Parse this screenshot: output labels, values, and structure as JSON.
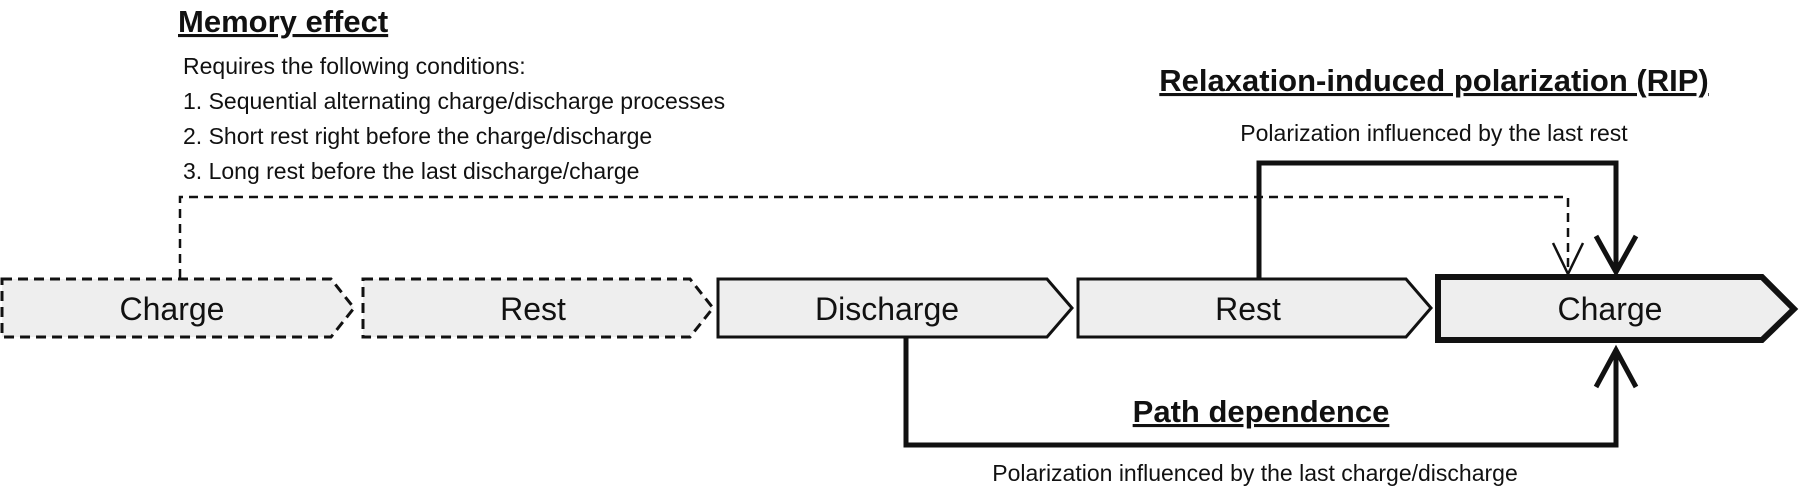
{
  "memory_effect": {
    "title": "Memory effect",
    "intro": "Requires the following conditions:",
    "conditions": [
      "1. Sequential alternating charge/discharge processes",
      "2. Short rest right before the charge/discharge",
      "3. Long rest before the last discharge/charge"
    ]
  },
  "rip": {
    "title": "Relaxation-induced polarization (RIP)",
    "description": "Polarization influenced by the last rest"
  },
  "path_dependence": {
    "title": "Path dependence",
    "description": "Polarization influenced by the last charge/discharge"
  },
  "steps": [
    {
      "label": "Charge",
      "style": "dashed"
    },
    {
      "label": "Rest",
      "style": "dashed"
    },
    {
      "label": "Discharge",
      "style": "solid"
    },
    {
      "label": "Rest",
      "style": "solid"
    },
    {
      "label": "Charge",
      "style": "bold"
    }
  ],
  "colors": {
    "box_fill": "#eeeeee",
    "stroke": "#111111"
  }
}
